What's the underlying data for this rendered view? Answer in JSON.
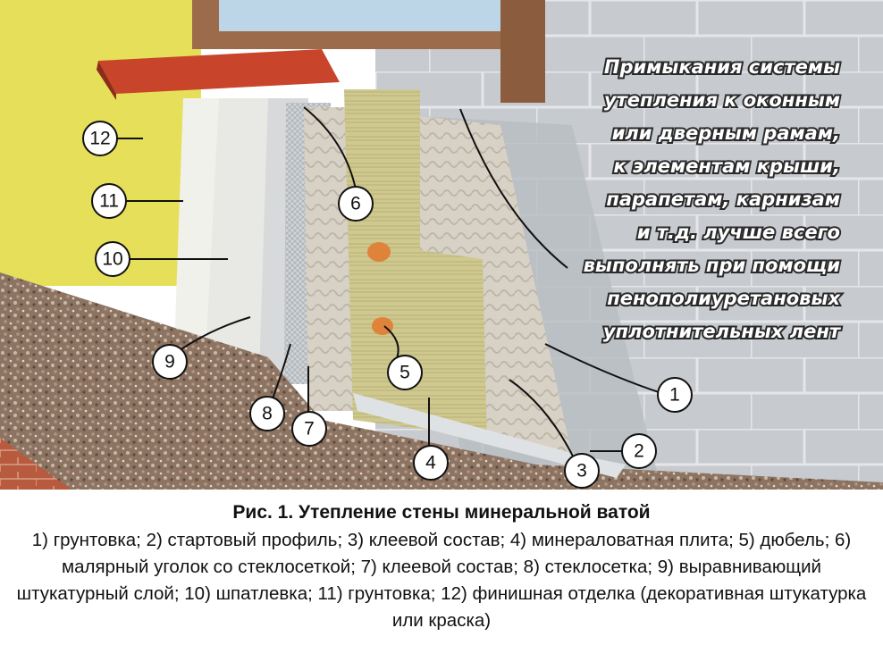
{
  "callout": {
    "lines": [
      "Примыкания системы",
      "утепления к оконным",
      "или дверным рамам,",
      "к элементам крыши,",
      "парапетам, карнизам",
      "и т.д. лучше всего",
      "выполнять при помощи",
      "пенополиуретановых",
      "уплотнительных лент"
    ]
  },
  "labels": [
    "1",
    "2",
    "3",
    "4",
    "5",
    "6",
    "7",
    "8",
    "9",
    "10",
    "11",
    "12"
  ],
  "caption": {
    "title": "Рис. 1. Утепление стены минеральной ватой",
    "text": "1) грунтовка; 2) стартовый профиль; 3) клеевой состав; 4) минераловатная плита; 5) дюбель; 6) малярный уголок со стеклосеткой; 7) клеевой состав; 8) стеклосетка; 9) выравнивающий штукатурный слой; 10) шпатлевка; 11) грунтовка; 12) финишная отделка (декоративная штукатурка или краска)"
  },
  "colors": {
    "finish": "#e6df5a",
    "block": "#c9cdd1",
    "wool": "#cdc78a",
    "gravel": "#8a6d5a",
    "sill": "#c8452b",
    "frame": "#9b6b4b"
  }
}
